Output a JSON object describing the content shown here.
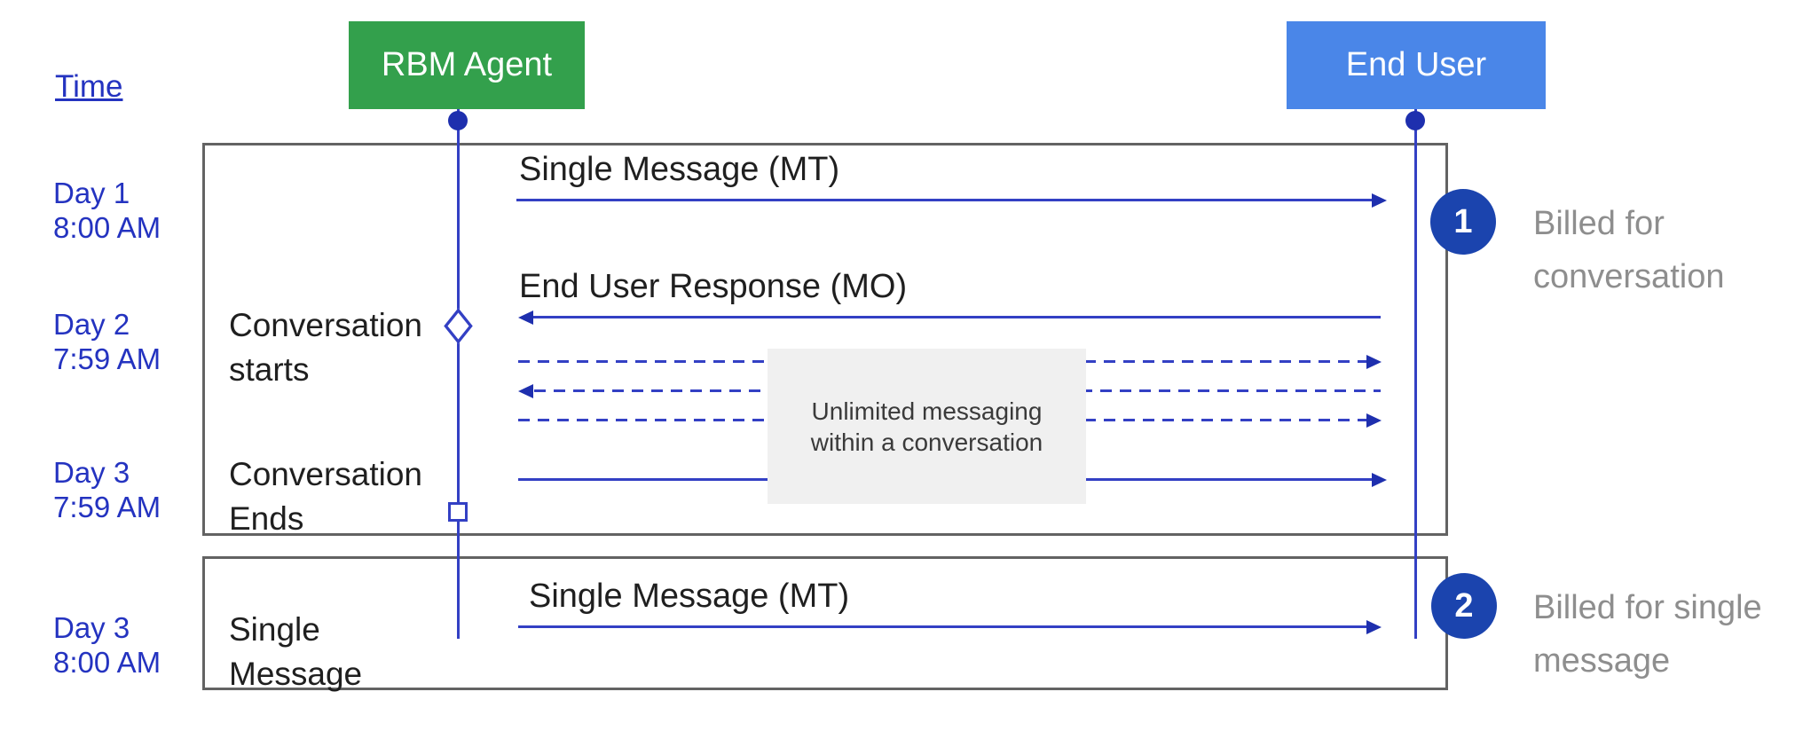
{
  "colors": {
    "agent_green": "#33A04C",
    "user_blue": "#4A86E8",
    "line_blue": "#3340C4",
    "text_blue": "#2433C0",
    "marker_blue": "#1E2FAE",
    "badge_blue": "#1B44AE",
    "frame_gray": "#636363",
    "caption_gray": "#8E8E8E",
    "note_bg": "#F0F0F0",
    "note_text": "#3A3A3A",
    "label_black": "#1F1F1F"
  },
  "diagram": {
    "time_label": "Time",
    "actors": {
      "agent": {
        "label": "RBM Agent"
      },
      "user": {
        "label": "End User"
      }
    },
    "time_markers": [
      {
        "day": "Day 1",
        "time": "8:00 AM"
      },
      {
        "day": "Day 2",
        "time": "7:59 AM"
      },
      {
        "day": "Day 3",
        "time": "7:59 AM"
      },
      {
        "day": "Day 3",
        "time": "8:00 AM"
      }
    ],
    "conversation_frame": {
      "messages": {
        "mt": {
          "label": "Single Message (MT)"
        },
        "mo": {
          "label": "End User Response (MO)"
        }
      },
      "events": {
        "starts": {
          "line1": "Conversation",
          "line2": "starts"
        },
        "ends": {
          "line1": "Conversation",
          "line2": "Ends"
        }
      },
      "note": {
        "line1": "Unlimited messaging",
        "line2": "within a conversation"
      }
    },
    "single_message_frame": {
      "label": {
        "line1": "Single",
        "line2": "Message"
      },
      "message": {
        "label": "Single Message (MT)"
      }
    },
    "annotations": [
      {
        "number": "1",
        "line1": "Billed for",
        "line2": "conversation"
      },
      {
        "number": "2",
        "line1": "Billed for single",
        "line2": "message"
      }
    ]
  }
}
